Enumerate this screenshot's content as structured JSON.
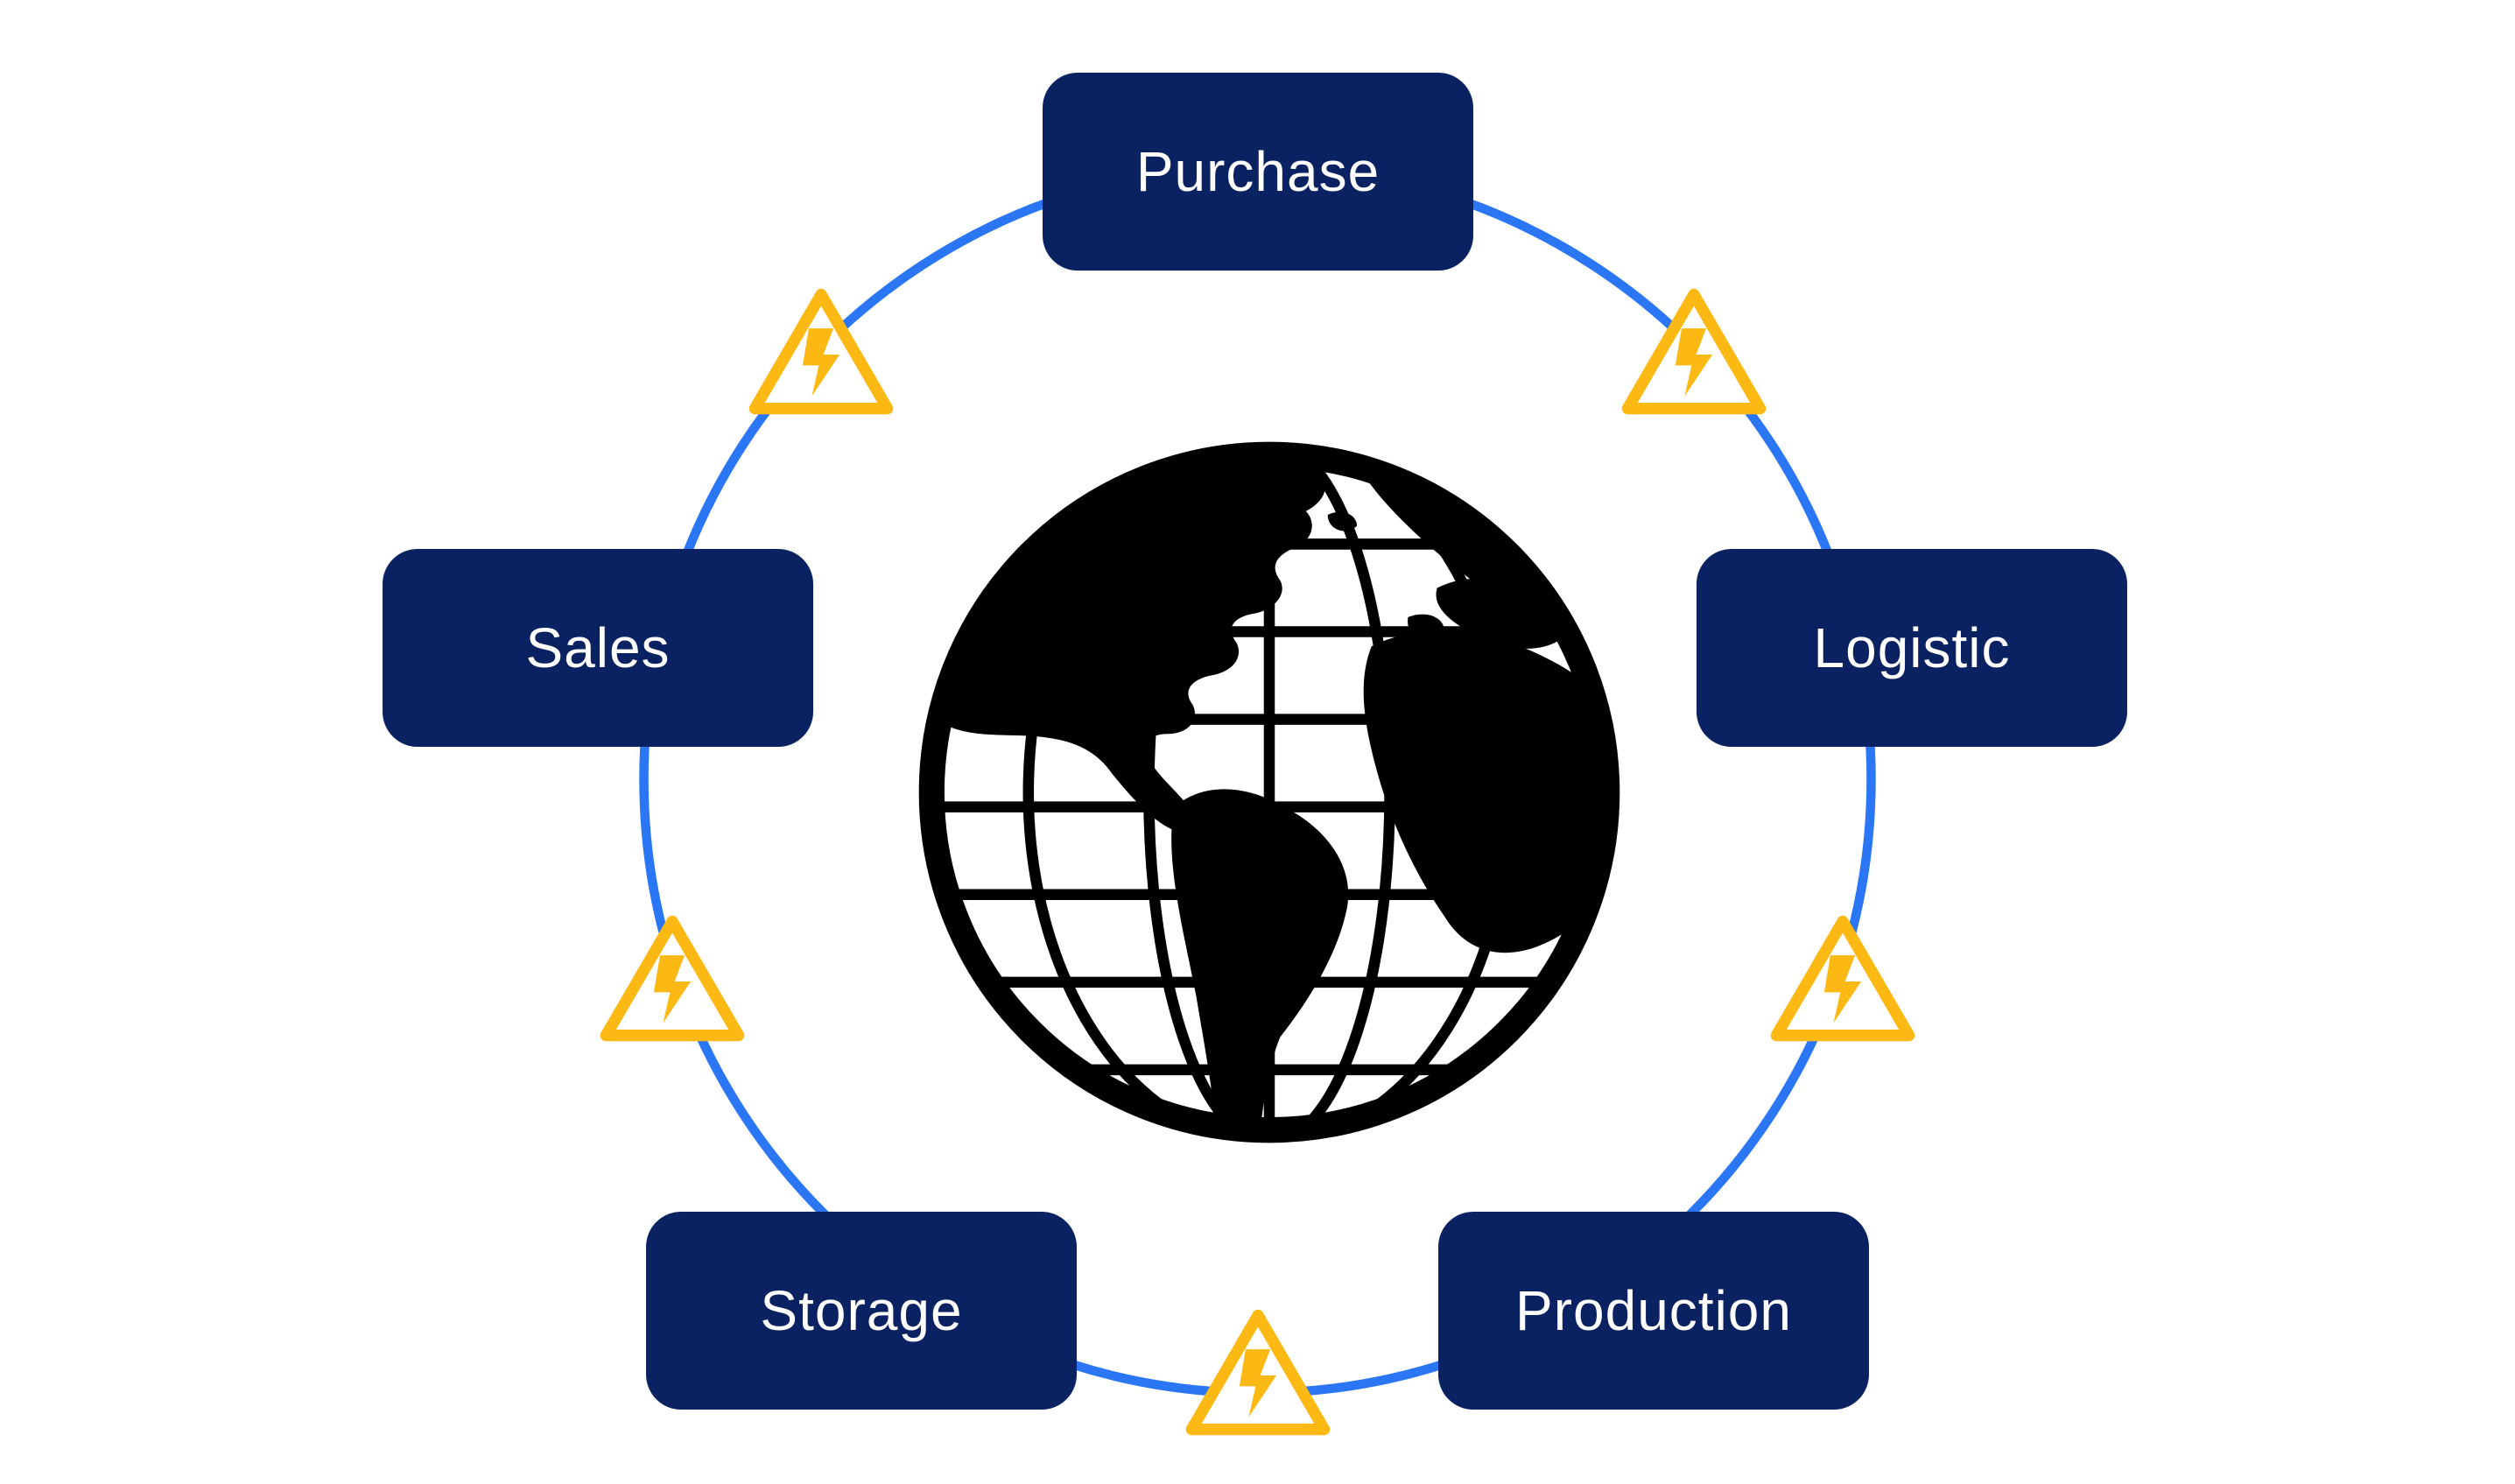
{
  "diagram": {
    "nodes": [
      {
        "id": "purchase",
        "label": "Purchase"
      },
      {
        "id": "sales",
        "label": "Sales"
      },
      {
        "id": "logistic",
        "label": "Logistic"
      },
      {
        "id": "storage",
        "label": "Storage"
      },
      {
        "id": "production",
        "label": "Production"
      }
    ],
    "center_icon": "globe-icon",
    "warning_icon": "warning-lightning-icon",
    "warnings": [
      {
        "between": "sales-and-purchase"
      },
      {
        "between": "purchase-and-logistic"
      },
      {
        "between": "logistic-and-production"
      },
      {
        "between": "production-and-storage"
      },
      {
        "between": "storage-and-sales"
      }
    ],
    "colors": {
      "background": "#ffffff",
      "node_fill": "#0A2162",
      "node_text": "#ffffff",
      "ring_stroke": "#2B76F4",
      "warning_stroke": "#FCB813",
      "globe_color": "#000000"
    }
  }
}
